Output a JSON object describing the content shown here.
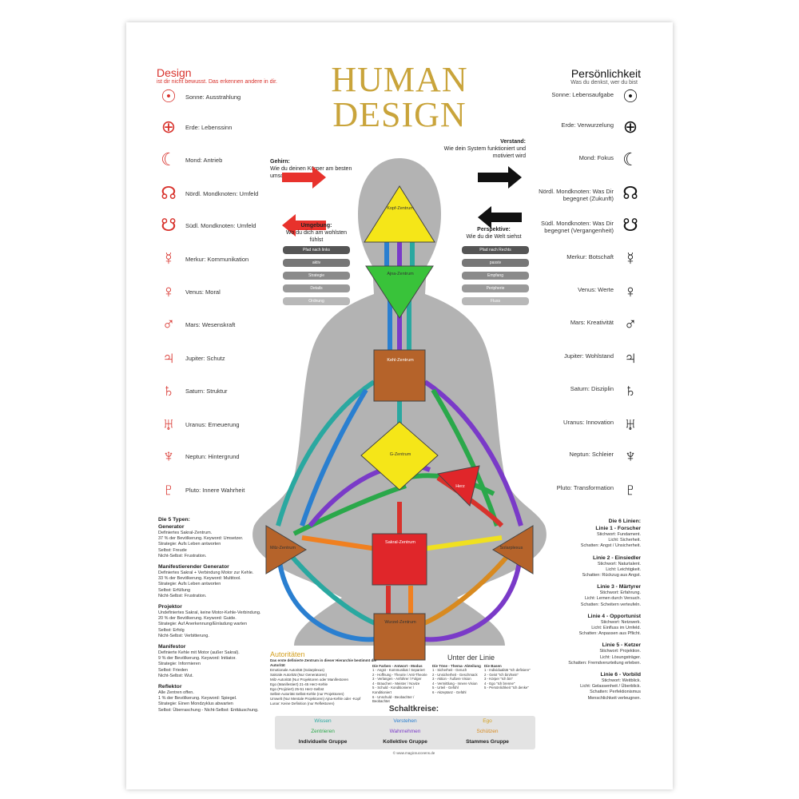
{
  "title": {
    "line1": "HUMAN",
    "line2": "DESIGN"
  },
  "left_header": {
    "title": "Design",
    "subtitle": "ist dir nicht bewusst. Das erkennen andere in dir."
  },
  "right_header": {
    "title": "Persönlichkeit",
    "subtitle": "Was du denkst, wer du bist"
  },
  "left_planets": [
    {
      "symbol": "☉",
      "label": "Sonne: Ausstrahlung"
    },
    {
      "symbol": "⊕",
      "label": "Erde: Lebenssinn"
    },
    {
      "symbol": "☾",
      "label": "Mond: Antrieb"
    },
    {
      "symbol": "☊",
      "label": "Nördl. Mondknoten: Umfeld"
    },
    {
      "symbol": "☋",
      "label": "Südl. Mondknoten: Umfeld"
    },
    {
      "symbol": "☿",
      "label": "Merkur: Kommunikation"
    },
    {
      "symbol": "♀",
      "label": "Venus: Moral"
    },
    {
      "symbol": "♂",
      "label": "Mars: Wesenskraft"
    },
    {
      "symbol": "♃",
      "label": "Jupiter: Schutz"
    },
    {
      "symbol": "♄",
      "label": "Saturn: Struktur"
    },
    {
      "symbol": "♅",
      "label": "Uranus: Erneuerung"
    },
    {
      "symbol": "♆",
      "label": "Neptun: Hintergrund"
    },
    {
      "symbol": "♇",
      "label": "Pluto: Innere Wahrheit"
    }
  ],
  "right_planets": [
    {
      "symbol": "☉",
      "label": "Sonne: Lebensaufgabe"
    },
    {
      "symbol": "⊕",
      "label": "Erde: Verwurzelung"
    },
    {
      "symbol": "☾",
      "label": "Mond: Fokus"
    },
    {
      "symbol": "☊",
      "label": "Nördl. Mondknoten: Was Dir begegnet (Zukunft)"
    },
    {
      "symbol": "☋",
      "label": "Südl. Mondknoten: Was Dir begegnet (Vergangenheit)"
    },
    {
      "symbol": "☿",
      "label": "Merkur: Botschaft"
    },
    {
      "symbol": "♀",
      "label": "Venus: Werte"
    },
    {
      "symbol": "♂",
      "label": "Mars: Kreativität"
    },
    {
      "symbol": "♃",
      "label": "Jupiter: Wohlstand"
    },
    {
      "symbol": "♄",
      "label": "Saturn: Disziplin"
    },
    {
      "symbol": "♅",
      "label": "Uranus: Innovation"
    },
    {
      "symbol": "♆",
      "label": "Neptun: Schleier"
    },
    {
      "symbol": "♇",
      "label": "Pluto: Transformation"
    }
  ],
  "gehirn": {
    "title": "Gehirn:",
    "text": "Wie du deinen Körper am besten umsorgen kannst"
  },
  "verstand": {
    "title": "Verstand:",
    "text": "Wie dein System funktioniert und motiviert wird"
  },
  "umgebung": {
    "title": "Umgebung:",
    "text": "Wo du dich am wohlsten fühlst"
  },
  "perspektive": {
    "title": "Perspektive:",
    "text": "Wie du die Welt siehst"
  },
  "left_pills": [
    "Pfad nach links",
    "aktiv",
    "Strategie",
    "Details",
    "Ordnung"
  ],
  "right_pills": [
    "Pfad nach Rechts",
    "passiv",
    "Empfang",
    "Peripherie",
    "Fluss"
  ],
  "types": {
    "heading": "Die 5 Typen:",
    "items": [
      {
        "name": "Generator",
        "lines": [
          "Definiertes Sakral-Zentrum.",
          "37 % der Bevölkerung. Keyword: Umsetzer.",
          "Strategie: Aufs Leben antworten",
          "Selbst: Freude",
          "Nicht-Selbst: Frustration."
        ]
      },
      {
        "name": "Manifestierender Generator",
        "lines": [
          "Definiertes Sakral + Verbindung Motor zur Kehle.",
          "33 % der Bevölkerung. Keyword: Multitool.",
          "Strategie: Aufs Leben antworten",
          "Selbst: Erfüllung",
          "Nicht-Selbst: Frustration."
        ]
      },
      {
        "name": "Projektor",
        "lines": [
          "Undefiniertes Sakral, keine Motor-Kehle-Verbindung.",
          "20 % der Bevölkerung. Keyword: Guide.",
          "Strategie: Auf Anerkennung/Einladung warten",
          "Selbst: Erfolg",
          "Nicht-Selbst: Verbitterung."
        ]
      },
      {
        "name": "Manifestor",
        "lines": [
          "Definierte Kehle mit Motor (außer Sakral).",
          "9 % der Bevölkerung. Keyword: Initiator.",
          "Strategie: Informieren",
          "Selbst: Frieden",
          "Nicht-Selbst: Wut."
        ]
      },
      {
        "name": "Reflektor",
        "lines": [
          "Alle Zentren offen.",
          "1 % der Bevölkerung. Keyword: Spiegel.",
          "Strategie: Einen Mondzyklus abwarten",
          "Selbst: Überraschung - Nicht-Selbst: Enttäuschung."
        ]
      }
    ]
  },
  "lines": {
    "heading": "Die 6 Linien:",
    "items": [
      {
        "name": "Linie 1 - Forscher",
        "lines": [
          "Stichwort: Fundament.",
          "Licht: Sicherheit.",
          "Schatten: Angst / Unsicherheit."
        ]
      },
      {
        "name": "Linie 2 - Einsiedler",
        "lines": [
          "Stichwort: Naturtalent.",
          "Licht: Leichtigkeit.",
          "Schatten: Rückzug aus Angst."
        ]
      },
      {
        "name": "Linie 3 - Märtyrer",
        "lines": [
          "Stichwort: Erfahrung.",
          "Licht: Lernen durch Versuch.",
          "Schatten: Scheitern verteufeln."
        ]
      },
      {
        "name": "Linie 4 - Opportunist",
        "lines": [
          "Stichwort: Netzwerk.",
          "Licht: Einfluss im Umfeld.",
          "Schatten: Anpassen aus Pflicht."
        ]
      },
      {
        "name": "Linie 5 - Ketzer",
        "lines": [
          "Stichwort: Projektion.",
          "Licht: Lösungsträger.",
          "Schatten: Fremdverurteilung erleben."
        ]
      },
      {
        "name": "Linie 6 - Vorbild",
        "lines": [
          "Stichwort: Weitblick.",
          "Licht: Gelassenheit / Überblick.",
          "Schatten: Perfektionismus",
          "Menschlichkeit verleugnen."
        ]
      }
    ]
  },
  "autoritaeten": {
    "title": "Autoritäten",
    "subtitle": "Das erste definierte Zentrum in dieser Hierarchie bestimmt die Autorität",
    "items": [
      "Emotionale Autorität (Solarplexus)",
      "Sakrale Autorität (Nur Generatoren)",
      "Milz-Autorität (Nur Projektoren oder Manifestoren",
      "Ego (Manifestiert) 21-45 Herz-Kehle",
      "Ego (Projiziert) 25-51 Herz-Selbst",
      "Selbst-Autorität Selbst-Kehle (nur Projektoren)",
      "Umwelt (Nur Mentale Projektoren) Ajna-Kehle oder -Kopf",
      "Lunar: Keine Definition (nur Reflektoren)"
    ]
  },
  "unter_linie": {
    "title": "Unter der Linie",
    "col1": {
      "head": "Die Farben - Antwort - Modus",
      "items": [
        "1 - Angst - Kommunikat / Separiert",
        "2 - Hoffnung - Theorie / Anti-Theorie",
        "3 - Verlangen - Anführer / Folger",
        "4 - Brauchen - Meister / Novize",
        "5 - Schuld - Konditionierer / Konditioniert",
        "6 - Unschuld - Beobachter / Beobachtet"
      ]
    },
    "col2": {
      "head": "Die Töne - Thema- Abteilung",
      "items": [
        "1 - Sicherheit - Geruch",
        "2 - Unsicherheit - Geschmack",
        "3 - Aktion - Äußere Vision",
        "4 - Vermittlung - Innere Vision",
        "5 - Urteil - Gefühl",
        "6 - Akzeptanz - Gefühl"
      ]
    },
    "col3": {
      "head": "Die Basen",
      "items": [
        "1 - Individualität \"Ich definiere\"",
        "2 - Geist \"Ich bin/Sein\"",
        "3 - Körper \"Ich bin\"",
        "4 - Ego \"Ich brenne\"",
        "5 - Persönlichkeit \"Ich denke\""
      ]
    }
  },
  "schaltkreise": {
    "title": "Schaltkreise:",
    "row1": [
      "Wissen",
      "Verstehen",
      "Ego"
    ],
    "row2": [
      "Zentrieren",
      "Wahrnehmen",
      "Schützen"
    ],
    "row3": [
      "Individuelle Gruppe",
      "Kollektive Gruppe",
      "Stammes Gruppe"
    ],
    "colors": [
      "#2aa8a0",
      "#2a7fd0",
      "#d4a020",
      "#2aa84a",
      "#7a3ac8",
      "#d88a20"
    ]
  },
  "footer": "© www.magicsucceens.de",
  "centers": {
    "kopf": "Kopf-Zentrum",
    "ajna": "Ajna-Zentrum",
    "kehle": "Kehl-Zentrum",
    "g": "G-Zentrum",
    "herz": "Herz",
    "milz": "Milz-Zentrum",
    "sakral": "Sakral-Zentrum",
    "solar": "Solarplexus",
    "wurzel": "Wurzel-Zentrum"
  }
}
